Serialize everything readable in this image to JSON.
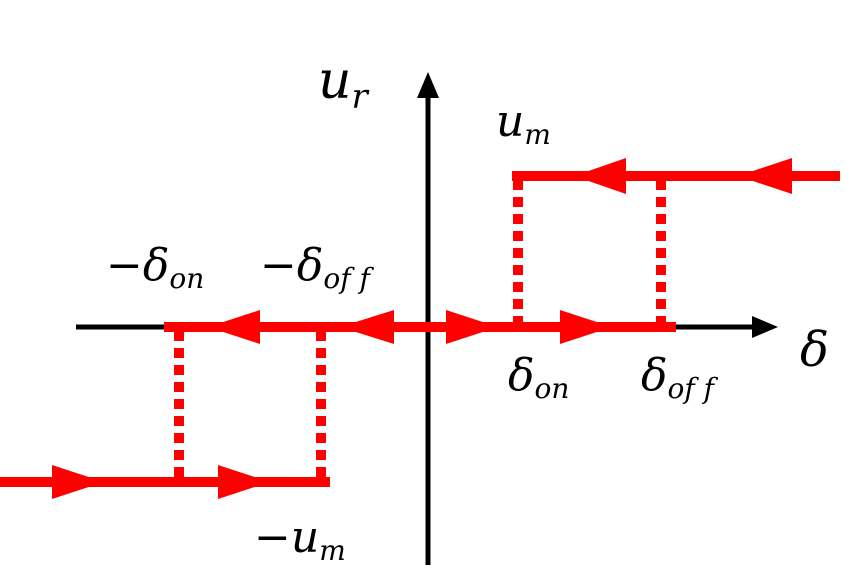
{
  "diagram": {
    "type": "relay-hysteresis",
    "axes": {
      "y_label": {
        "main": "u",
        "sub": "r"
      },
      "x_label": "δ"
    },
    "labels": {
      "u_m": {
        "main": "u",
        "sub": "m"
      },
      "neg_u_m": {
        "main": "−u",
        "sub": "m"
      },
      "delta_on": {
        "main": "δ",
        "sub": "on"
      },
      "delta_off": {
        "main": "δ",
        "sub": "of f"
      },
      "neg_delta_on": {
        "main": "−δ",
        "sub": "on"
      },
      "neg_delta_off": {
        "main": "−δ",
        "sub": "of f"
      }
    },
    "colors": {
      "axis": "#000000",
      "curve": "#ff0000"
    },
    "levels": {
      "upper": "u_m",
      "middle": "0",
      "lower": "-u_m"
    }
  }
}
